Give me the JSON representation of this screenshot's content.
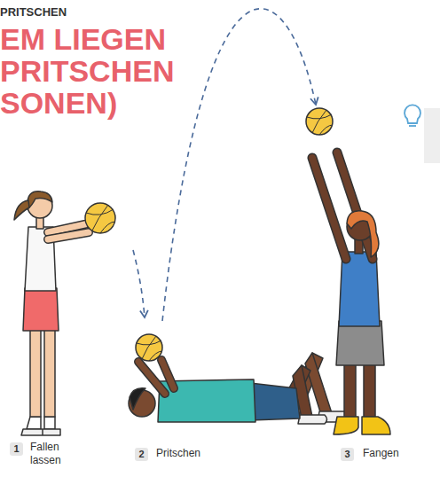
{
  "diagram": {
    "title": "EM LIEGEN PRITSCHEN SONEN)",
    "labels": [
      "PRITSCHEN",
      "1",
      "Fallen lassen",
      "2",
      "Pritschen",
      "3",
      "Fangen"
    ]
  }
}
